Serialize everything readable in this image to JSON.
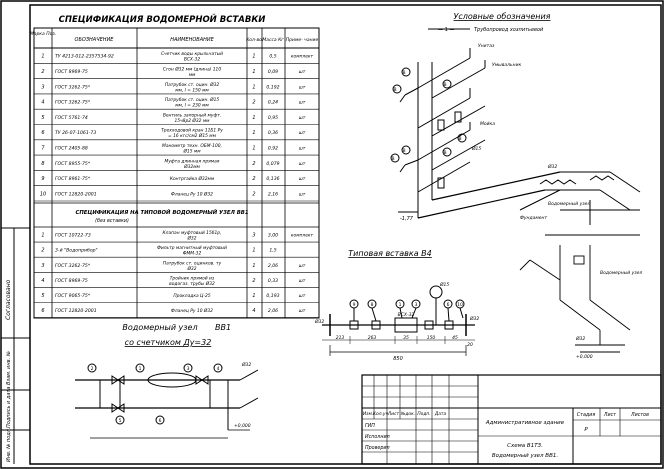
{
  "sheet": {
    "spec_title": "СПЕЦИФИКАЦИЯ ВОДОМЕРНОЙ ВСТАВКИ",
    "legend_title": "Условные обозначения",
    "legend_item": "Трубопровод хозпитьевой",
    "insert_title": "Типовая вставка В4",
    "node_title_1": "Водомерный узел",
    "node_title_2": "со счетчиком Ду=32",
    "node_code": "ВВ1"
  },
  "spec": {
    "headers": {
      "pos": "Марка Поз.",
      "designation": "ОБОЗНАЧЕНИЕ",
      "name": "НАИМЕНОВАНИЕ",
      "qty": "Кол-во",
      "mass": "Масса Кг",
      "note": "Приме- чание"
    },
    "rows": [
      {
        "pos": "1",
        "designation": "ТУ 4213-012-2357534-92",
        "name": "Счетчик воды крыльчатый ВСХ-32",
        "qty": "1",
        "mass": "0,5",
        "note": "комплект"
      },
      {
        "pos": "2",
        "designation": "ГОСТ 8969-75",
        "name": "Сгон Ø32 мм (длина) 110 мм",
        "qty": "1",
        "mass": "0,09",
        "note": "шт"
      },
      {
        "pos": "3",
        "designation": "ГОСТ 3262-75*",
        "name": "Патрубок ст. оцин. Ø32 мм, l = 150 мм",
        "qty": "1",
        "mass": "0,192",
        "note": "шт"
      },
      {
        "pos": "4",
        "designation": "ГОСТ 3262-75*",
        "name": "Патрубок ст. оцин. Ø15 мм, l = 230 мм",
        "qty": "2",
        "mass": "0,24",
        "note": "шт"
      },
      {
        "pos": "5",
        "designation": "ГОСТ 5761-74",
        "name": "Вентиль запорный муфт. 15ч8р2 Ø32 мм",
        "qty": "1",
        "mass": "0,95",
        "note": "шт"
      },
      {
        "pos": "6",
        "designation": "ТУ 26-07-1061-73",
        "name": "Трехходовой кран 11Б1 Ру = 16 кгс/см2 Ø15 мм",
        "qty": "1",
        "mass": "0,36",
        "note": "шт"
      },
      {
        "pos": "7",
        "designation": "ГОСТ 2405-88",
        "name": "Манометр техн. ОБМ-100, Ø15 мм",
        "qty": "1",
        "mass": "0,92",
        "note": "шт"
      },
      {
        "pos": "8",
        "designation": "ГОСТ 8955-75*",
        "name": "Муфта длинная прямая Ø32мм",
        "qty": "2",
        "mass": "0,079",
        "note": "шт"
      },
      {
        "pos": "9",
        "designation": "ГОСТ 8961-75*",
        "name": "Контргайка Ø32мм",
        "qty": "2",
        "mass": "0,136",
        "note": "шт"
      },
      {
        "pos": "10",
        "designation": "ГОСТ 12820-2001",
        "name": "Фланец    Ру 10      Ø32",
        "qty": "2",
        "mass": "2,16",
        "note": "шт"
      }
    ],
    "sub_title_1": "СПЕЦИФИКАЦИЯ НА ТИПОВОЙ ВОДОМЕРНЫЙ УЗЕЛ ВВ1",
    "sub_title_2": "(без вставки)",
    "rows2": [
      {
        "pos": "1",
        "designation": "ГОСТ 10722-73",
        "name": "Клапан муфтовый 15б1р, Ø32",
        "qty": "3",
        "mass": "3,00",
        "note": "комплект"
      },
      {
        "pos": "2",
        "designation": "3-й \"Водоприбор\"",
        "name": "Фильтр магнитный муфтовый ФММ-32",
        "qty": "1",
        "mass": "1,5",
        "note": ""
      },
      {
        "pos": "3",
        "designation": "ГОСТ 3262-75*",
        "name": "Патрубок ст. оцинков. ту Ø32",
        "qty": "1",
        "mass": "2,06",
        "note": "шт"
      },
      {
        "pos": "4",
        "designation": "ГОСТ 8969-75",
        "name": "Тройник прямой из водогаз. трубы Ø32",
        "qty": "2",
        "mass": "0,33",
        "note": "шт"
      },
      {
        "pos": "5",
        "designation": "ГОСТ 9065-75*",
        "name": "Прокладка       Ц-25",
        "qty": "1",
        "mass": "0,193",
        "note": "шт"
      },
      {
        "pos": "6",
        "designation": "ГОСТ 12820-2001",
        "name": "Фланец    Ру 10      Ø32",
        "qty": "4",
        "mass": "2,06",
        "note": "шт"
      }
    ]
  },
  "diagram_labels": {
    "pipe_d32": "Ø32",
    "pipe_d15": "Ø15",
    "meter_label": "ВСХ-32",
    "mark_1": "-1,77",
    "mark_2": "+0,000",
    "fixture_1": "Унитаз",
    "fixture_2": "Умывальник",
    "fixture_3": "Мойка",
    "label_v": "В",
    "label_node": "Водомерный узел",
    "wall": "Фундамент",
    "side_note": "Согласовано"
  },
  "insert_dims": {
    "total": "850",
    "d1": "213",
    "d2": "263",
    "d3": "35",
    "d4": "150",
    "d5": "45",
    "d6": "20"
  },
  "title_block": {
    "rows": [
      "Изм.",
      "Кол.уч",
      "Лист",
      "№док.",
      "Подп.",
      "Дата"
    ],
    "gip": "ГИП",
    "executed": "Исполнил",
    "checked": "Проверил",
    "project": "Административное здание",
    "sheet_name_1": "Схема В1ТЗ.",
    "sheet_name_2": "Водомерный узел ВВ1.",
    "stage_h": "Стадия",
    "sheet_h": "Лист",
    "sheets_h": "Листов",
    "stage": "Р"
  },
  "side_strip": {
    "lbl1": "Взам. инв. №",
    "lbl2": "Подпись и дата",
    "lbl3": "Инв. № подл."
  }
}
